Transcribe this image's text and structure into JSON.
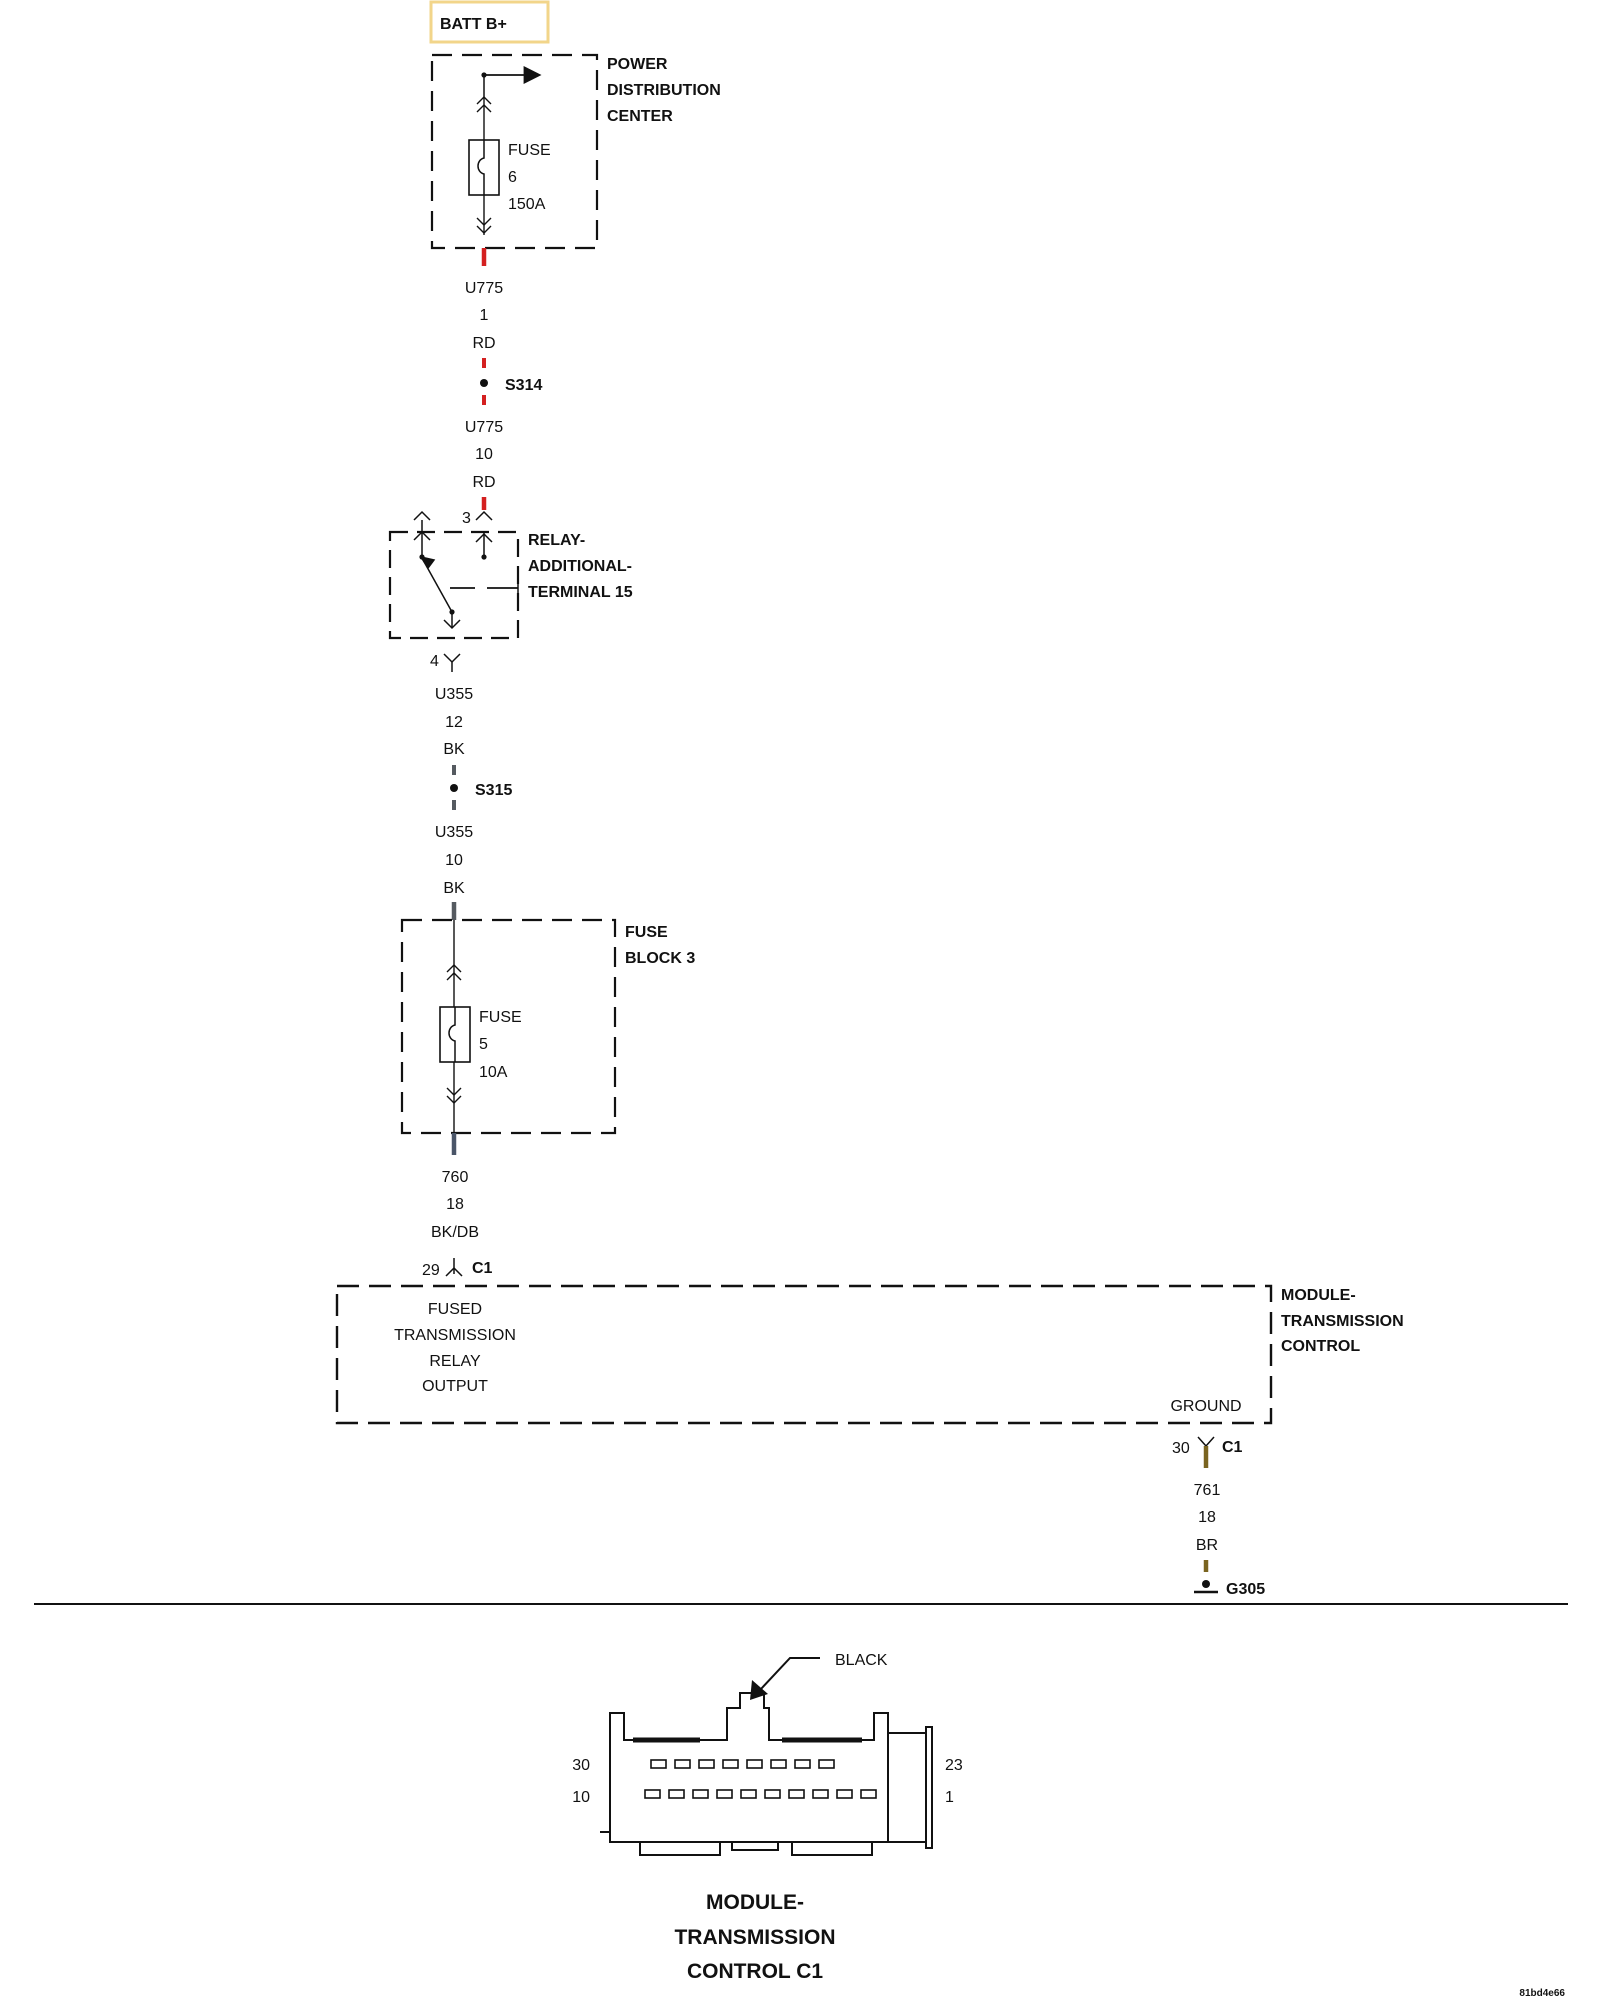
{
  "source": {
    "label": "BATT B+"
  },
  "pdc": {
    "name": [
      "POWER",
      "DISTRIBUTION",
      "CENTER"
    ],
    "fuse": {
      "word": "FUSE",
      "number": "6",
      "rating": "150A"
    }
  },
  "wire1": {
    "circuit": "U775",
    "gauge": "1",
    "color": "RD"
  },
  "splice1": {
    "id": "S314"
  },
  "wire2": {
    "circuit": "U775",
    "gauge": "10",
    "color": "RD"
  },
  "relay": {
    "name": [
      "RELAY-",
      "ADDITIONAL-",
      "TERMINAL 15"
    ],
    "pin_in": "3",
    "pin_out": "4"
  },
  "wire3": {
    "circuit": "U355",
    "gauge": "12",
    "color": "BK"
  },
  "splice2": {
    "id": "S315"
  },
  "wire4": {
    "circuit": "U355",
    "gauge": "10",
    "color": "BK"
  },
  "fuse_block": {
    "name": [
      "FUSE",
      "BLOCK 3"
    ],
    "fuse": {
      "word": "FUSE",
      "number": "5",
      "rating": "10A"
    }
  },
  "wire5": {
    "circuit": "760",
    "gauge": "18",
    "color": "BK/DB"
  },
  "tcm": {
    "name": [
      "MODULE-",
      "TRANSMISSION",
      "CONTROL"
    ],
    "pin_in": "29",
    "connector": "C1",
    "input_desc": [
      "FUSED",
      "TRANSMISSION",
      "RELAY",
      "OUTPUT"
    ],
    "ground_label": "GROUND",
    "pin_gnd": "30",
    "connector_gnd": "C1"
  },
  "wire6": {
    "circuit": "761",
    "gauge": "18",
    "color": "BR"
  },
  "ground": {
    "id": "G305"
  },
  "connector_view": {
    "color_label": "BLACK",
    "left_top": "30",
    "left_bottom": "10",
    "right_top": "23",
    "right_bottom": "1",
    "title": [
      "MODULE-",
      "TRANSMISSION",
      "CONTROL C1"
    ]
  },
  "footer": {
    "id": "81bd4e66"
  },
  "colors": {
    "red": "#d42020",
    "black_wire": "#555a60",
    "blk_db": "#4a5568",
    "brown": "#7a6420",
    "highlight": "#f2d58a"
  }
}
